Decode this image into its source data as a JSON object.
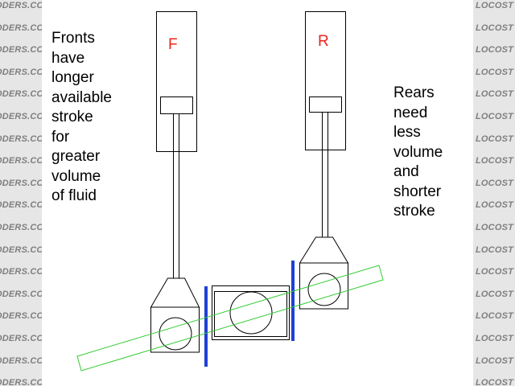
{
  "labels": {
    "front": "F",
    "rear": "R"
  },
  "captions": {
    "fronts": "Fronts\nhave\nlonger\navailable\nstroke\nfor\ngreater\nvolume\nof fluid",
    "rears": "Rears\nneed\nless\nvolume\nand\nshorter\nstroke"
  },
  "watermarks": {
    "left": "ODERS.CO.UK",
    "right": "LOCOST"
  },
  "colors": {
    "label": "#e8251f",
    "spacer": "#1f3fd6",
    "bar": "#33cc33",
    "line": "#000000",
    "watermark_bg": "#e6e6e6"
  }
}
